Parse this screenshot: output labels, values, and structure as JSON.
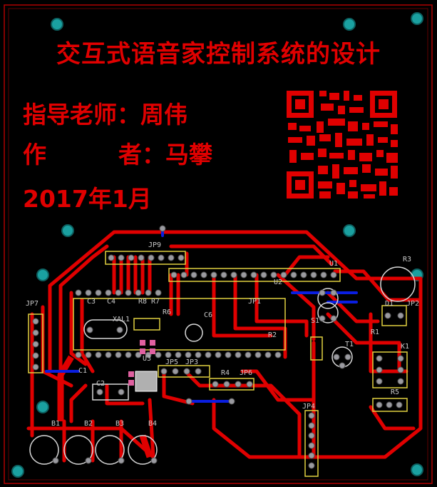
{
  "title": "交互式语音家控制系统的设计",
  "advisor_line": "指导老师：周伟",
  "author_label": "作",
  "author_line": "者：马攀",
  "date_line": "2017年1月",
  "colors": {
    "background": "#000000",
    "top_copper": "#e00000",
    "bottom_copper": "#0a1ee0",
    "silkscreen": "#d8d8d8",
    "outline_box": "#e0d040",
    "pad": "#9a9aa0",
    "mount_hole": "#1aa0a0"
  },
  "designators": [
    "JP9",
    "U1",
    "U2",
    "R3",
    "JP7",
    "C4",
    "C3",
    "R8",
    "R7",
    "JP1",
    "R6",
    "XAL1",
    "C6",
    "R2",
    "D1",
    "JP2",
    "R1",
    "S1",
    "T1",
    "K1",
    "JP3",
    "R4",
    "R5",
    "C1",
    "C2",
    "U3",
    "JP5",
    "JP6",
    "JP4",
    "B1",
    "B2",
    "B3",
    "B4"
  ]
}
